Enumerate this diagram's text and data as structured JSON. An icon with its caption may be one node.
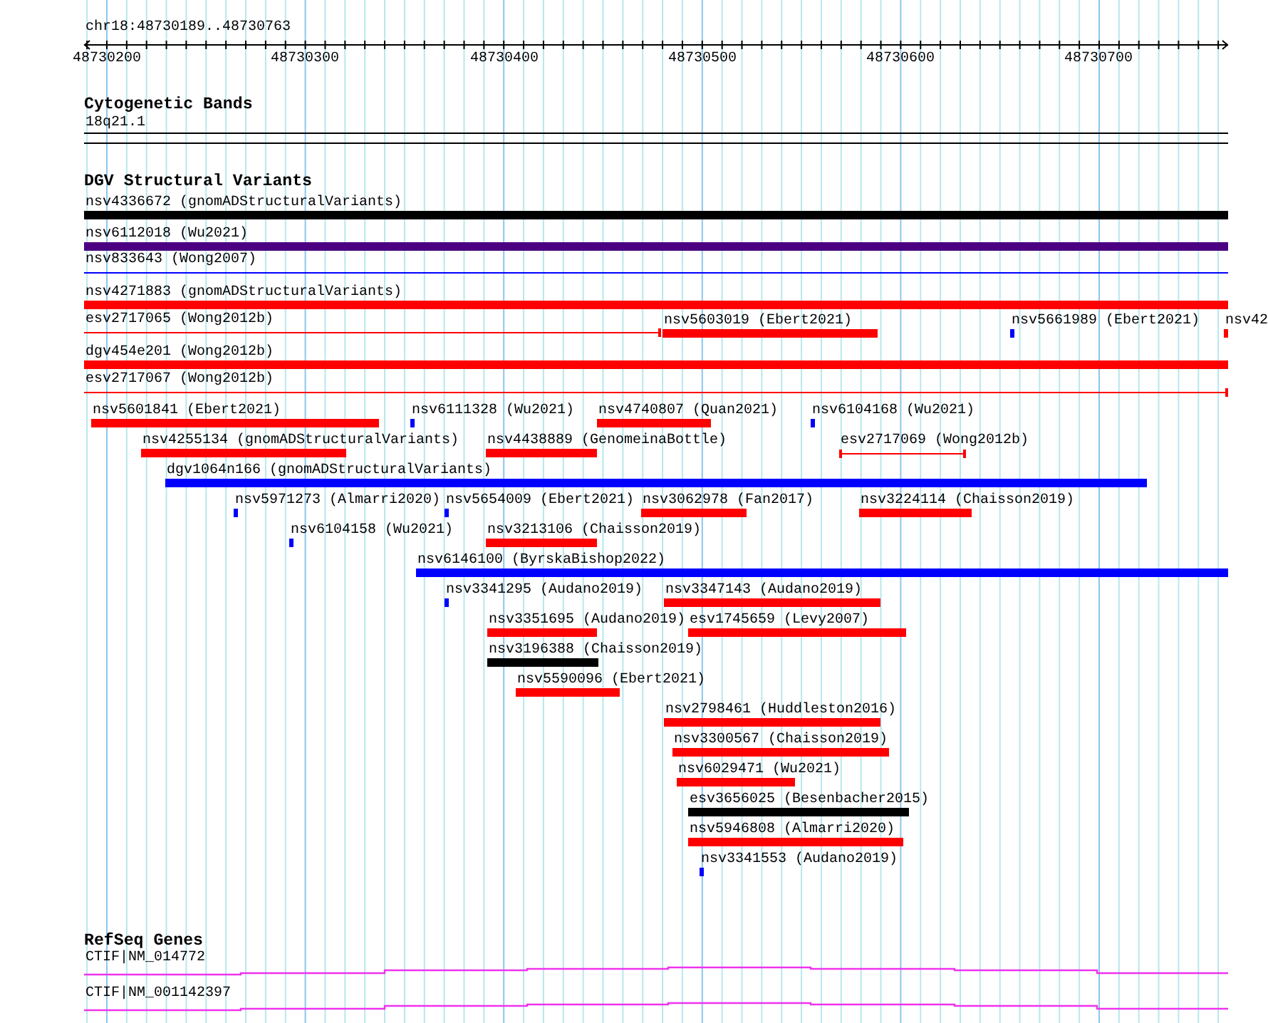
{
  "diagram": {
    "nodes": [
      {
        "text": [
          "Cytogenetic Bands"
        ]
      },
      {
        "text": [
          "18q21.1"
        ],
        "in": 0
      },
      {
        "text": [
          "DGV Structural Variants"
        ]
      },
      {
        "text": [
          "nsv4336672 (gnomADStructuralVariants)"
        ],
        "in": 2
      },
      {
        "text": [
          "nsv6112018 (Wu2021)"
        ],
        "in": 2
      },
      {
        "text": [
          "nsv833643 (Wong2007)"
        ],
        "in": 2
      },
      {
        "text": [
          "nsv4271883 (gnomADStructuralVariants)"
        ],
        "in": 2
      },
      {
        "text": [
          "esv2717065 (Wong2012b)"
        ],
        "in": 2
      },
      {
        "text": [
          "nsv5603019 (Ebert2021)"
        ],
        "in": 2
      },
      {
        "text": [
          "nsv5661989 (Ebert2021)"
        ],
        "in": 2
      },
      {
        "text": [
          "nsv42"
        ],
        "in": 2
      },
      {
        "text": [
          "dgv454e201 (Wong2012b)"
        ],
        "in": 2
      },
      {
        "text": [
          "esv2717067 (Wong2012b)"
        ],
        "in": 2
      },
      {
        "text": [
          "nsv5601841 (Ebert2021)"
        ],
        "in": 2
      },
      {
        "text": [
          "nsv6111328 (Wu2021)"
        ],
        "in": 2
      },
      {
        "text": [
          "nsv4740807 (Quan2021)"
        ],
        "in": 2
      },
      {
        "text": [
          "nsv6104168 (Wu2021)"
        ],
        "in": 2
      },
      {
        "text": [
          "nsv4255134 (gnomADStructuralVariants)"
        ],
        "in": 2
      },
      {
        "text": [
          "nsv4438889 (GenomeinaBottle)"
        ],
        "in": 2
      },
      {
        "text": [
          "esv2717069 (Wong2012b)"
        ],
        "in": 2
      },
      {
        "text": [
          "dgv1064n166 (gnomADStructuralVariants)"
        ],
        "in": 2
      },
      {
        "text": [
          "nsv5971273 (Almarri2020)"
        ],
        "in": 2
      },
      {
        "text": [
          "nsv5654009 (Ebert2021)"
        ],
        "in": 2
      },
      {
        "text": [
          "nsv3062978 (Fan2017)"
        ],
        "in": 2
      },
      {
        "text": [
          "nsv3224114 (Chaisson2019)"
        ],
        "in": 2
      },
      {
        "text": [
          "nsv6104158 (Wu2021)"
        ],
        "in": 2
      },
      {
        "text": [
          "nsv3213106 (Chaisson2019)"
        ],
        "in": 2
      },
      {
        "text": [
          "nsv6146100 (ByrskaBishop2022)"
        ],
        "in": 2
      },
      {
        "text": [
          "nsv3341295 (Audano2019)"
        ],
        "in": 2
      },
      {
        "text": [
          "nsv3347143 (Audano2019)"
        ],
        "in": 2
      },
      {
        "text": [
          "nsv3351695 (Audano2019)"
        ],
        "in": 2
      },
      {
        "text": [
          "esv1745659 (Levy2007)"
        ],
        "in": 2
      },
      {
        "text": [
          "nsv3196388 (Chaisson2019)"
        ],
        "in": 2
      },
      {
        "text": [
          "nsv5590096 (Ebert2021)"
        ],
        "in": 2
      },
      {
        "text": [
          "nsv2798461 (Huddleston2016)"
        ],
        "in": 2
      },
      {
        "text": [
          "nsv3300567 (Chaisson2019)"
        ],
        "in": 2
      },
      {
        "text": [
          "nsv6029471 (Wu2021)"
        ],
        "in": 2
      },
      {
        "text": [
          "esv3656025 (Besenbacher2015)"
        ],
        "in": 2
      },
      {
        "text": [
          "nsv5946808 (Almarri2020)"
        ],
        "in": 2
      },
      {
        "text": [
          "nsv3341553 (Audano2019)"
        ],
        "in": 2
      },
      {
        "text": [
          "RefSeq Genes"
        ]
      },
      {
        "text": [
          "CTIF|NM_014772"
        ],
        "in": 40
      },
      {
        "text": [
          "CTIF|NM_001142397"
        ],
        "in": 40
      }
    ],
    "edges": [],
    "labels": [
      "chr18:48730189..48730763",
      "48730200",
      "48730300",
      "48730400",
      "48730500",
      "48730600",
      "48730700"
    ]
  }
}
